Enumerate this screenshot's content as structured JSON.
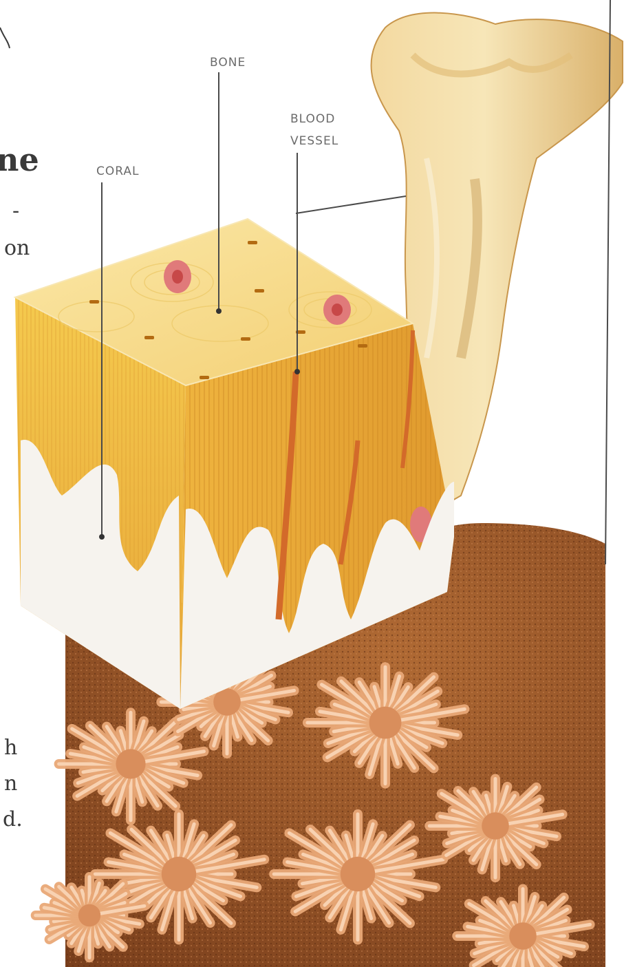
{
  "labels": {
    "bone": "BONE",
    "blood_vessel_line1": "BLOOD",
    "blood_vessel_line2": "VESSEL",
    "coral": "CORAL"
  },
  "cut_off_text": {
    "heading_fragment": "ne",
    "line_dash": "-",
    "line_on": "on",
    "line_h": "h",
    "line_n": "n",
    "line_d": "d."
  },
  "colors": {
    "bone_light": "#f6dd8e",
    "bone_mid": "#e9b64a",
    "bone_dark": "#c98d24",
    "coral_sand": "#9a5a2c",
    "coral_polyp": "#e9a877",
    "vessel": "#d36a2a",
    "label_line": "#4a4a4a"
  }
}
